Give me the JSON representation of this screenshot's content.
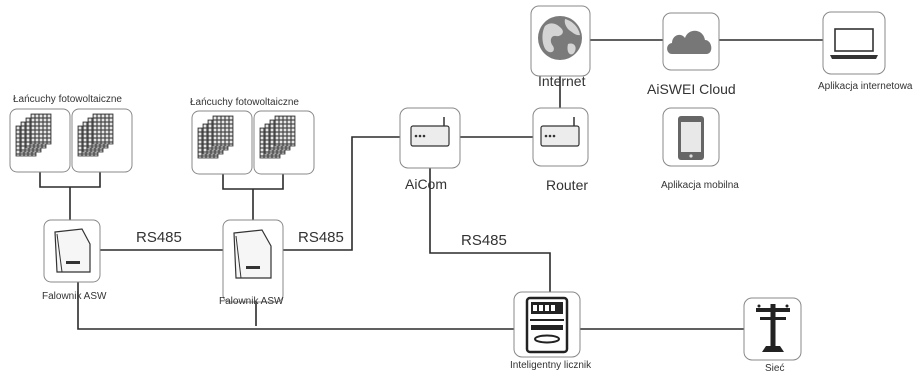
{
  "diagram": {
    "pv_group_1_label": "Łańcuchy fotowoltaiczne",
    "pv_group_2_label": "Łańcuchy fotowoltaiczne",
    "inverter_1_label": "Falownik ASW",
    "inverter_2_label": "Falownik ASW",
    "rs485_label_1": "RS485",
    "rs485_label_2": "RS485",
    "rs485_label_3": "RS485",
    "aicom_label": "AiCom",
    "router_label": "Router",
    "internet_label": "Internet",
    "cloud_label": "AiSWEI Cloud",
    "web_app_label": "Aplikacja internetowa",
    "mobile_app_label": "Aplikacja mobilna",
    "smart_meter_label": "Inteligentny licznik",
    "grid_label": "Sieć"
  },
  "icons": [
    "solar-panel-icon",
    "inverter-icon",
    "router-icon",
    "globe-icon",
    "cloud-icon",
    "laptop-icon",
    "smartphone-icon",
    "smart-meter-icon",
    "power-pole-icon"
  ]
}
